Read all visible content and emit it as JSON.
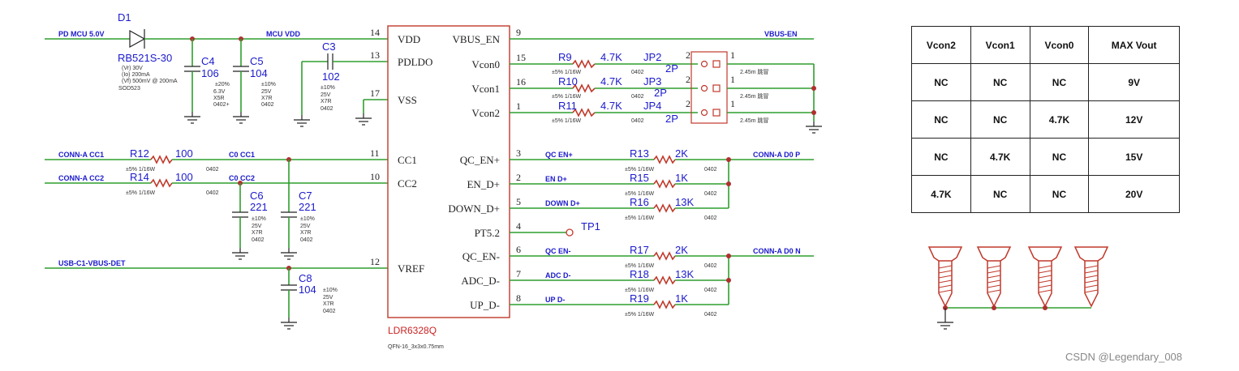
{
  "nets": {
    "pd_mcu": "PD MCU 5.0V",
    "mcu_vdd": "MCU VDD",
    "vbus_en": "VBUS-EN",
    "conn_cc1": "CONN-A CC1",
    "conn_cc2": "CONN-A CC2",
    "c0_cc1": "C0 CC1",
    "c0_cc2": "C0 CC2",
    "usb_vbus_det": "USB-C1-VBUS-DET",
    "qc_en_p": "QC EN+",
    "en_dp": "EN D+",
    "down_dp": "DOWN D+",
    "qc_en_n": "QC EN-",
    "adc_dn": "ADC D-",
    "up_dn": "UP D-",
    "conn_d0p": "CONN-A D0 P",
    "conn_d0n": "CONN-A D0 N"
  },
  "d1": {
    "ref": "D1",
    "part": "RB521S-30",
    "spec1": "(Vr) 30V",
    "spec2": "(Io) 200mA",
    "spec3": "(Vf) 500mV @ 200mA",
    "pkg": "SOD523"
  },
  "c4": {
    "ref": "C4",
    "val": "106",
    "s1": "±20%",
    "s2": "6.3V",
    "s3": "X5R",
    "s4": "0402+"
  },
  "c5": {
    "ref": "C5",
    "val": "104",
    "s1": "±10%",
    "s2": "25V",
    "s3": "X7R",
    "s4": "0402"
  },
  "c3": {
    "ref": "C3",
    "val": "102",
    "s1": "±10%",
    "s2": "25V",
    "s3": "X7R",
    "s4": "0402"
  },
  "c6": {
    "ref": "C6",
    "val": "221",
    "s1": "±10%",
    "s2": "25V",
    "s3": "X7R",
    "s4": "0402"
  },
  "c7": {
    "ref": "C7",
    "val": "221",
    "s1": "±10%",
    "s2": "25V",
    "s3": "X7R",
    "s4": "0402"
  },
  "c8": {
    "ref": "C8",
    "val": "104",
    "s1": "±10%",
    "s2": "25V",
    "s3": "X7R",
    "s4": "0402"
  },
  "chip": {
    "name": "LDR6328Q",
    "pkg": "QFN-16_3x3x0.75mm",
    "left_pins": [
      {
        "num": "14",
        "name": "VDD"
      },
      {
        "num": "13",
        "name": "PDLDO"
      },
      {
        "num": "17",
        "name": "VSS"
      },
      {
        "num": "11",
        "name": "CC1"
      },
      {
        "num": "10",
        "name": "CC2"
      },
      {
        "num": "12",
        "name": "VREF"
      }
    ],
    "right_pins": [
      {
        "num": "9",
        "name": "VBUS_EN"
      },
      {
        "num": "15",
        "name": "Vcon0"
      },
      {
        "num": "16",
        "name": "Vcon1"
      },
      {
        "num": "1",
        "name": "Vcon2"
      },
      {
        "num": "3",
        "name": "QC_EN+"
      },
      {
        "num": "2",
        "name": "EN_D+"
      },
      {
        "num": "5",
        "name": "DOWN_D+"
      },
      {
        "num": "4",
        "name": "PT5.2"
      },
      {
        "num": "6",
        "name": "QC_EN-"
      },
      {
        "num": "7",
        "name": "ADC_D-"
      },
      {
        "num": "8",
        "name": "UP_D-"
      }
    ]
  },
  "resistors": {
    "r9": {
      "ref": "R9",
      "val": "4.7K",
      "tol": "±5% 1/16W",
      "pkg": "0402"
    },
    "r10": {
      "ref": "R10",
      "val": "4.7K",
      "tol": "±5% 1/16W",
      "pkg": "0402"
    },
    "r11": {
      "ref": "R11",
      "val": "4.7K",
      "tol": "±5% 1/16W",
      "pkg": "0402"
    },
    "r12": {
      "ref": "R12",
      "val": "100",
      "tol": "±5% 1/16W",
      "pkg": "0402"
    },
    "r14": {
      "ref": "R14",
      "val": "100",
      "tol": "±5% 1/16W",
      "pkg": "0402"
    },
    "r13": {
      "ref": "R13",
      "val": "2K",
      "tol": "±5% 1/16W",
      "pkg": "0402"
    },
    "r15": {
      "ref": "R15",
      "val": "1K",
      "tol": "±5% 1/16W",
      "pkg": "0402"
    },
    "r16": {
      "ref": "R16",
      "val": "13K",
      "tol": "±5% 1/16W",
      "pkg": "0402"
    },
    "r17": {
      "ref": "R17",
      "val": "2K",
      "tol": "±5% 1/16W",
      "pkg": "0402"
    },
    "r18": {
      "ref": "R18",
      "val": "13K",
      "tol": "±5% 1/16W",
      "pkg": "0402"
    },
    "r19": {
      "ref": "R19",
      "val": "1K",
      "tol": "±5% 1/16W",
      "pkg": "0402"
    }
  },
  "jumpers": {
    "jp2": {
      "ref": "JP2",
      "val": "2P",
      "pitch": "2.45m 跳冒",
      "pin_a": "2",
      "pin_b": "1"
    },
    "jp3": {
      "ref": "JP3",
      "val": "2P",
      "pitch": "2.45m 跳冒",
      "pin_a": "2",
      "pin_b": "1"
    },
    "jp4": {
      "ref": "JP4",
      "val": "2P",
      "pitch": "2.45m 跳冒",
      "pin_a": "2",
      "pin_b": "1"
    }
  },
  "tp1": "TP1",
  "table": {
    "headers": [
      "Vcon2",
      "Vcon1",
      "Vcon0",
      "MAX Vout"
    ],
    "rows": [
      [
        "NC",
        "NC",
        "NC",
        "9V"
      ],
      [
        "NC",
        "NC",
        "4.7K",
        "12V"
      ],
      [
        "NC",
        "4.7K",
        "NC",
        "15V"
      ],
      [
        "4.7K",
        "NC",
        "NC",
        "20V"
      ]
    ]
  },
  "watermark": "CSDN @Legendary_008"
}
